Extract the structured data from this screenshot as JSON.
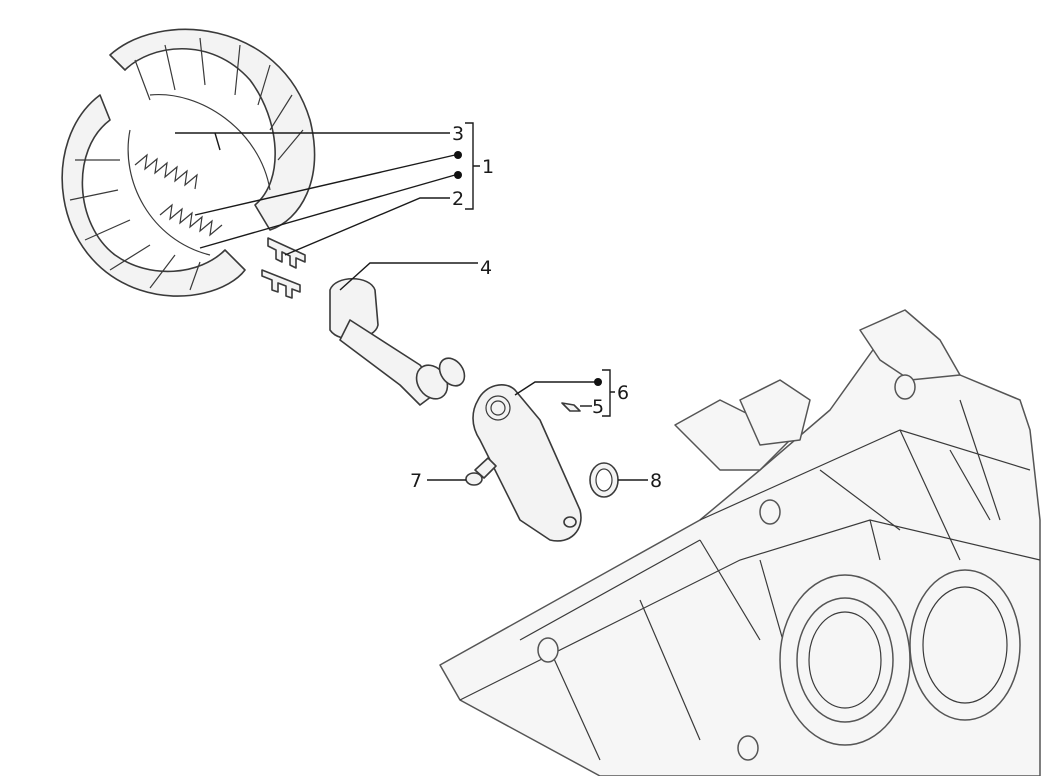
{
  "diagram": {
    "type": "exploded-parts-diagram",
    "callouts": [
      {
        "id": "1",
        "label": "1"
      },
      {
        "id": "2",
        "label": "2"
      },
      {
        "id": "3",
        "label": "3"
      },
      {
        "id": "4",
        "label": "4"
      },
      {
        "id": "5",
        "label": "5"
      },
      {
        "id": "6",
        "label": "6"
      },
      {
        "id": "7",
        "label": "7"
      },
      {
        "id": "8",
        "label": "8"
      }
    ],
    "colors": {
      "line": "#1a1a1a",
      "part_fill": "#f3f3f3",
      "background": "#ffffff"
    }
  }
}
